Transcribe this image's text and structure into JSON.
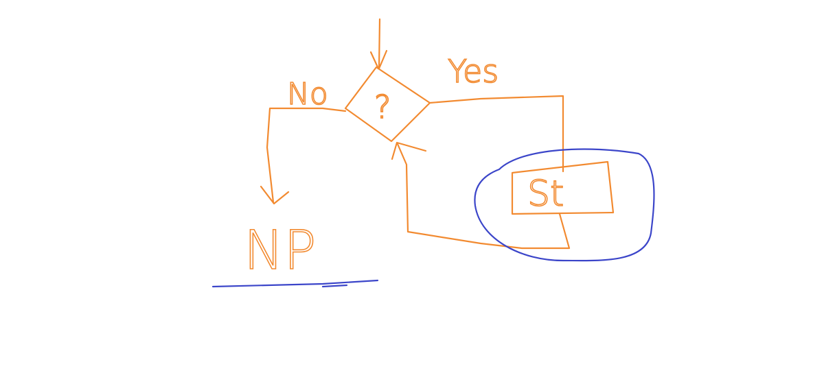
{
  "diagram": {
    "decision_label": "?",
    "no_label": "No",
    "yes_label": "Yes",
    "box_label": "St",
    "end_label": "NP",
    "colors": {
      "ink": "#f28a30",
      "highlight": "#3b45c9",
      "background": "#ffffff"
    }
  }
}
